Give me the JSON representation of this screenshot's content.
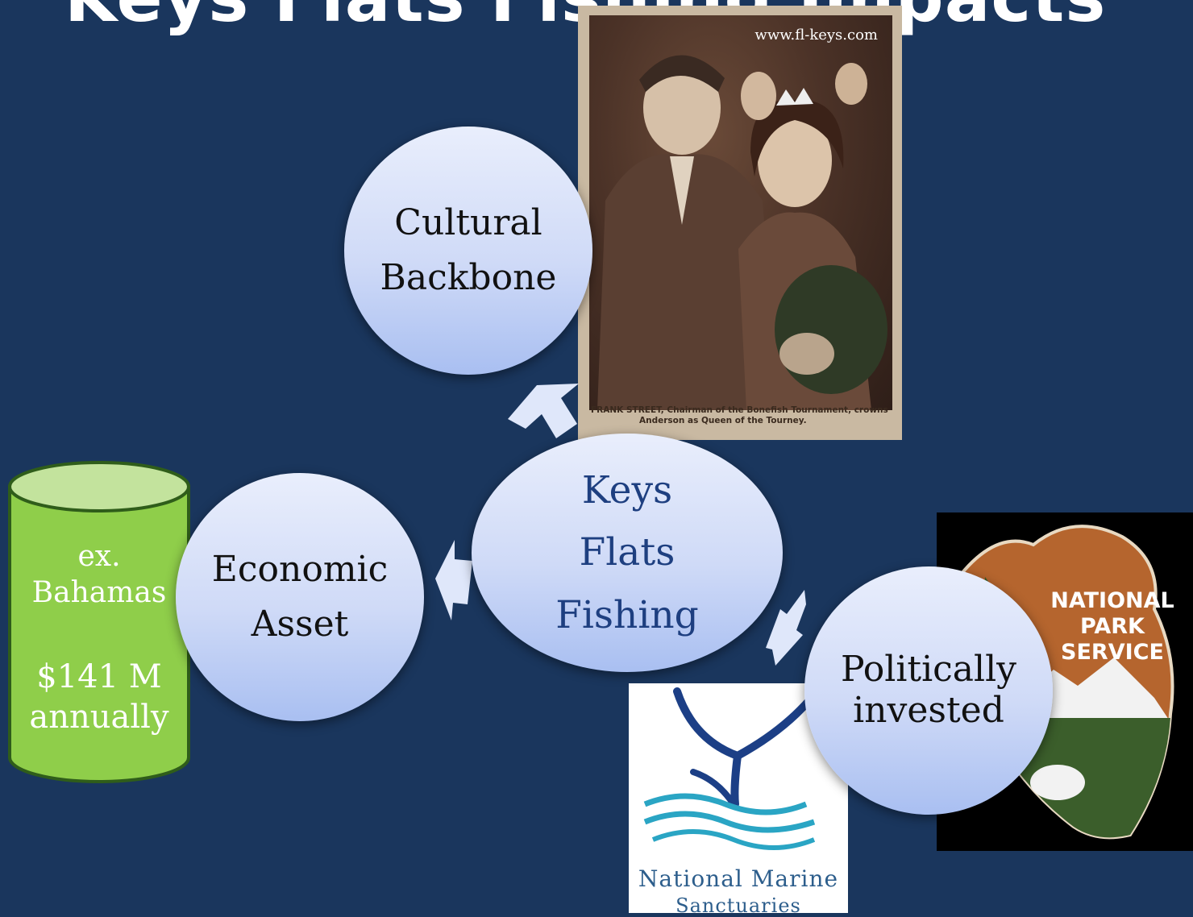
{
  "slide_title": "Keys Flats Fishing Impacts",
  "photo": {
    "source": "www.fl-keys.com",
    "caption_line1": "FRANK STREET, Chairman of the Bonefish Tournament, crowns",
    "caption_line2": "Anderson as Queen of the Tourney."
  },
  "nodes": {
    "center": {
      "line1": "Keys",
      "line2": "Flats",
      "line3": "Fishing"
    },
    "cultural": {
      "line1": "Cultural",
      "line2": "Backbone"
    },
    "economic": {
      "line1": "Economic",
      "line2": "Asset"
    },
    "political": {
      "line1": "Politically",
      "line2": "invested"
    }
  },
  "cylinder": {
    "line1": "ex.",
    "line2": "Bahamas",
    "value": "$141 M",
    "period": "annually"
  },
  "logos": {
    "marine_line1": "National Marine",
    "marine_line2": "Sanctuaries",
    "nps_line1": "NATIONAL",
    "nps_line2": "PARK",
    "nps_line3": "SERVICE"
  },
  "colors": {
    "background": "#1a365d",
    "circle_fill": "#cfdaf7",
    "center_text": "#1e3f80",
    "cylinder_fill": "#8fce4a",
    "nps_brown": "#b5652e",
    "nps_green": "#3b5e2b"
  }
}
